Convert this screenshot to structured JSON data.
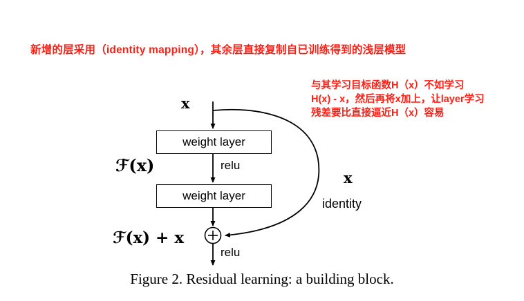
{
  "colors": {
    "annotation_red": "#fb2015",
    "line_black": "#000000",
    "background": "#ffffff"
  },
  "annotations": {
    "top_note": "新增的层采用（identity mapping），其余层直接复制自已训练得到的浅层模型",
    "side_note_lines": [
      "与其学习目标函数H（x）不如学习",
      "H(x) - x，然后再将x加上，让layer学习",
      "残差要比直接逼近H（x）容易"
    ]
  },
  "diagram": {
    "input_label": "x",
    "weight_layer_top": "weight layer",
    "relu_between": "relu",
    "residual_function_label": "ℱ(x)",
    "weight_layer_bottom": "weight layer",
    "skip_x_label": "x",
    "identity_label": "identity",
    "output_sum_label": "ℱ(x) + x",
    "relu_after_add": "relu"
  },
  "caption": "Figure 2. Residual learning: a building block."
}
